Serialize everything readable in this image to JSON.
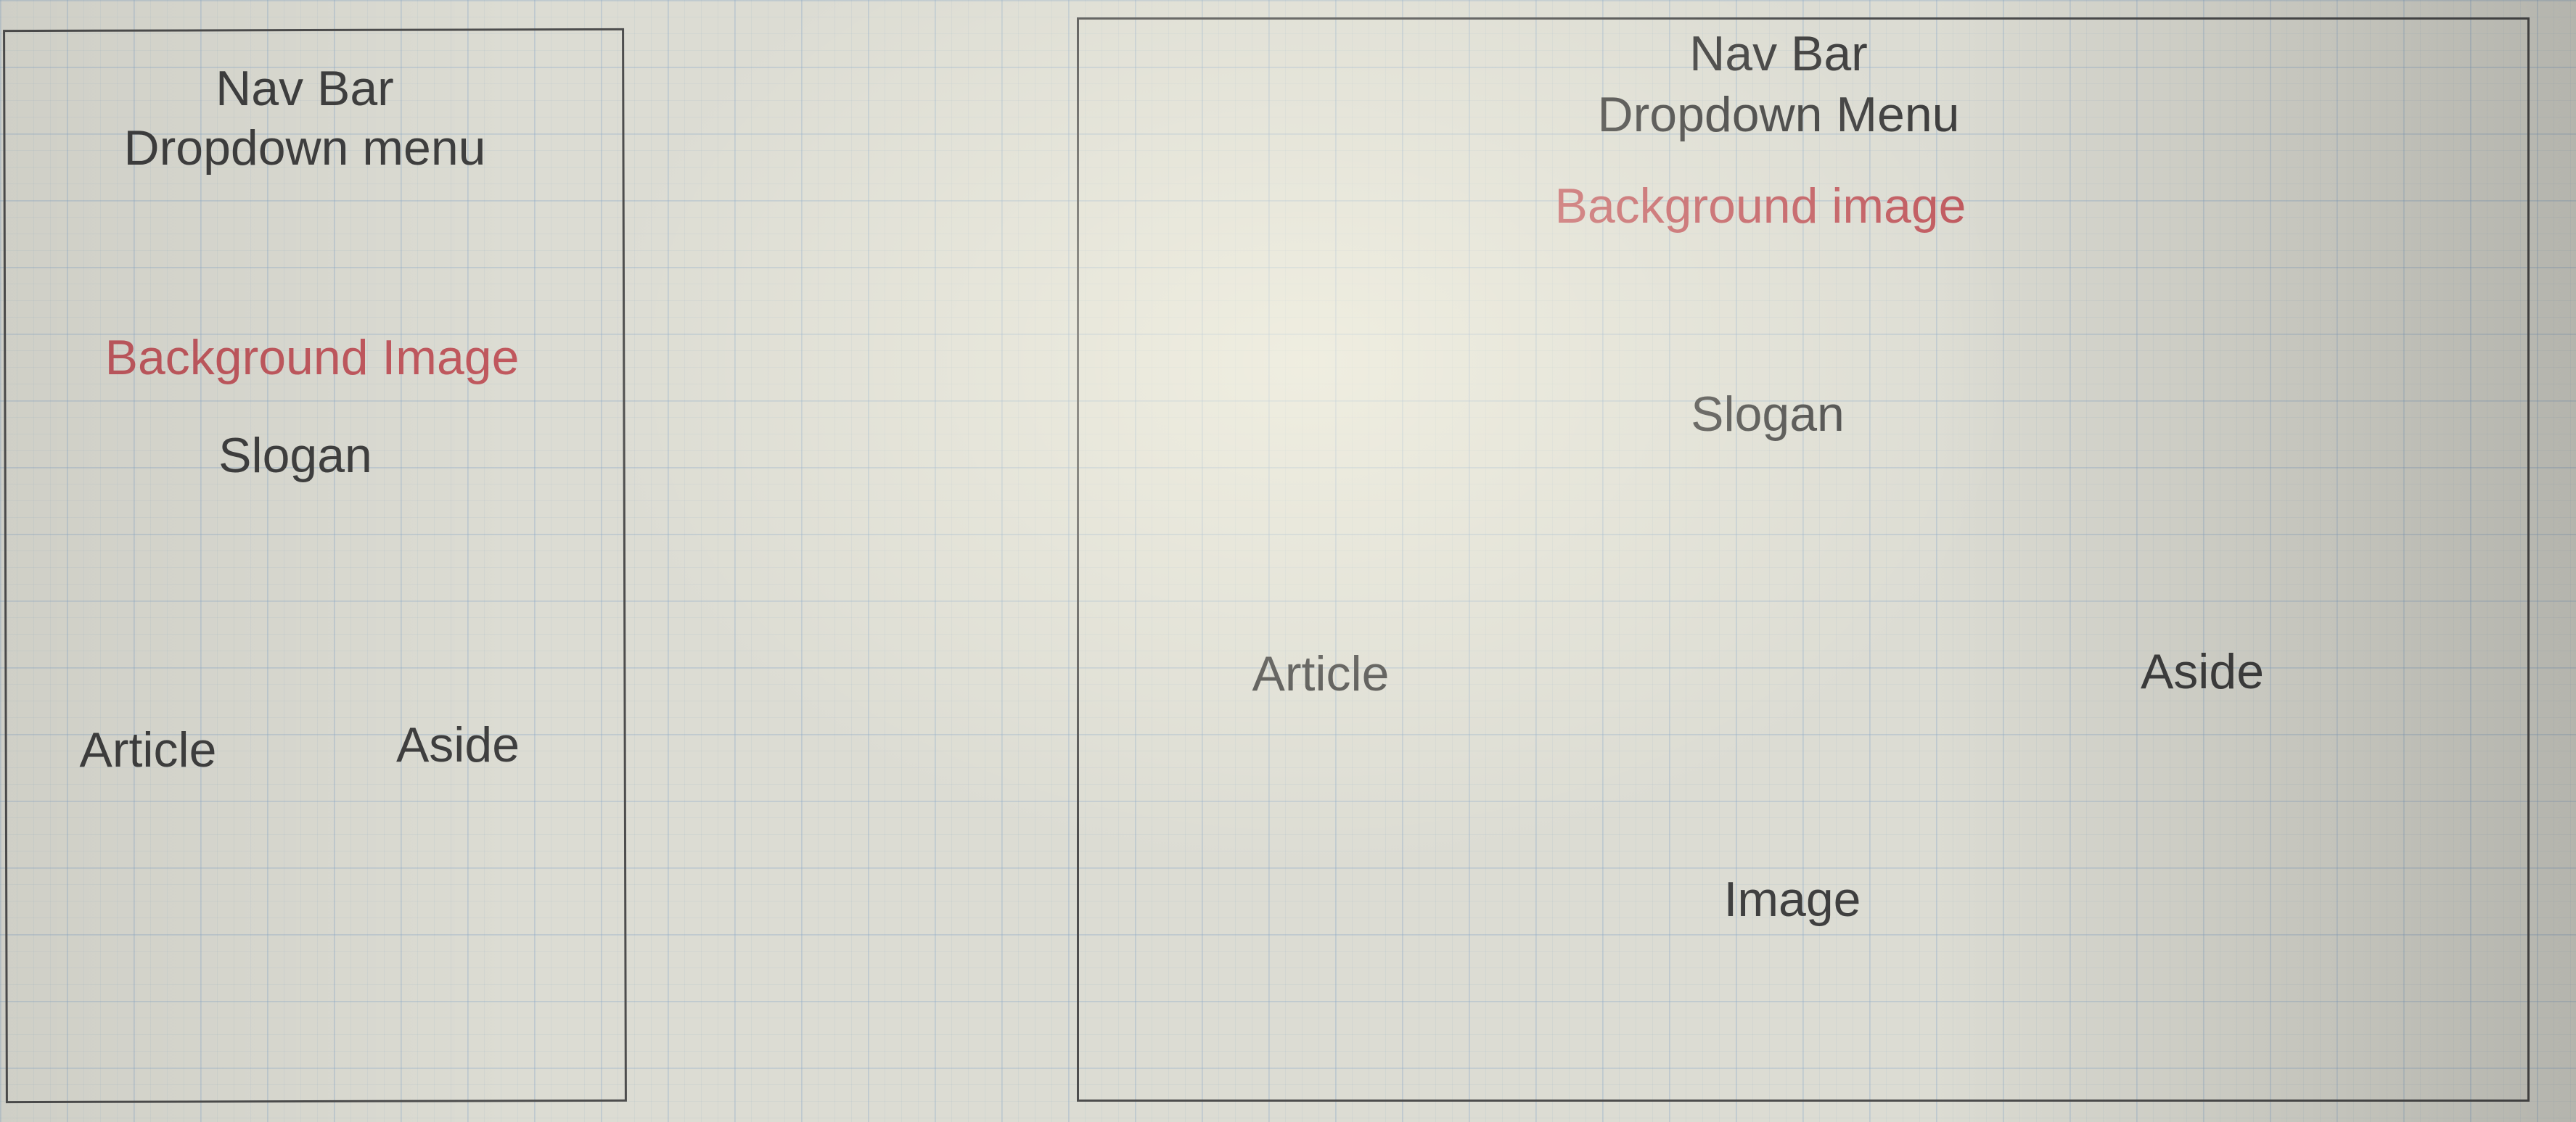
{
  "colors": {
    "label": "#3f3f3f",
    "accent_label": "#c0585e",
    "frame_border": "#4d4d4d"
  },
  "mobile_wireframe": {
    "nav_bar": "Nav Bar",
    "dropdown": "Dropdown menu",
    "background": "Background Image",
    "slogan": "Slogan",
    "article": "Article",
    "aside": "Aside"
  },
  "desktop_wireframe": {
    "nav_bar": "Nav Bar",
    "dropdown": "Dropdown Menu",
    "background": "Background image",
    "slogan": "Slogan",
    "article": "Article",
    "aside": "Aside",
    "image": "Image"
  }
}
